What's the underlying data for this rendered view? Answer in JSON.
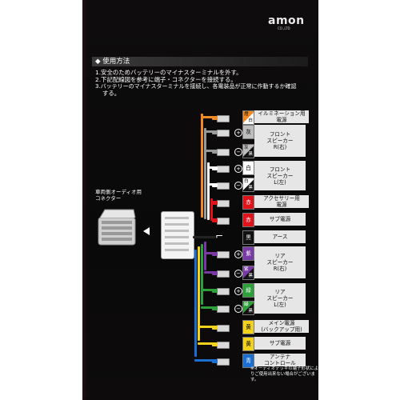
{
  "brand": {
    "logo_text": "amon",
    "logo_sub": "CO.,LTD"
  },
  "howto": {
    "title": "◆ 使用方法",
    "steps": [
      "1.安全のためバッテリーのマイナスターミナルを外す。",
      "2.下記配線図を参考に端子・コネクターを接続する。",
      "3.バッテリーのマイナスターミナルを接続し、各電装品が正常に作動するか確認",
      "する。"
    ]
  },
  "vehicle_connector_label": [
    "車両側オーディオ用",
    "コネクター"
  ],
  "wires": [
    {
      "chip": "燈",
      "chip2": "白",
      "label": "イルミネーション用\n電源",
      "color": "#f08a24"
    },
    {
      "chip": "灰",
      "polarity": "+",
      "label": "フロント\nスピーカー\nR(右)",
      "color": "#9a9a9a"
    },
    {
      "chip": "灰",
      "chip2": "黒",
      "polarity": "−",
      "color": "#9a9a9a"
    },
    {
      "chip": "白",
      "polarity": "+",
      "label": "フロント\nスピーカー\nL(左)",
      "color": "#ffffff"
    },
    {
      "chip": "白",
      "chip2": "黒",
      "polarity": "−",
      "color": "#ffffff"
    },
    {
      "chip": "赤",
      "label": "アクセサリー用\n電源",
      "color": "#e0131b"
    },
    {
      "chip": "赤",
      "label": "サブ電源",
      "color": "#e0131b"
    },
    {
      "chip": "黒",
      "label": "アース",
      "color": "#222222"
    },
    {
      "chip": "紫",
      "polarity": "+",
      "label": "リア\nスピーカー\nR(右)",
      "color": "#7a3aa6"
    },
    {
      "chip": "紫",
      "chip2": "黒",
      "polarity": "−",
      "color": "#7a3aa6"
    },
    {
      "chip": "緑",
      "polarity": "+",
      "label": "リア\nスピーカー\nL(左)",
      "color": "#2ea03a"
    },
    {
      "chip": "緑",
      "chip2": "黒",
      "polarity": "−",
      "color": "#2ea03a"
    },
    {
      "chip": "黄",
      "label": "メイン電源\n(バックアップ用)",
      "color": "#f2d21a"
    },
    {
      "chip": "黄",
      "label": "サブ電源",
      "color": "#f2d21a"
    },
    {
      "chip": "青",
      "label": "アンテナ\nコントロール",
      "color": "#1a6fd1"
    }
  ],
  "note": "※オーディオデッキの端子形状によりご使用出来ない場合がございます。",
  "colors": {
    "panel": "#0e0c0d",
    "label_bg": "#e6e6e6"
  },
  "icons": [
    "diamond-icon",
    "arrow-left-icon",
    "earth-terminal-icon",
    "connector-photo"
  ]
}
